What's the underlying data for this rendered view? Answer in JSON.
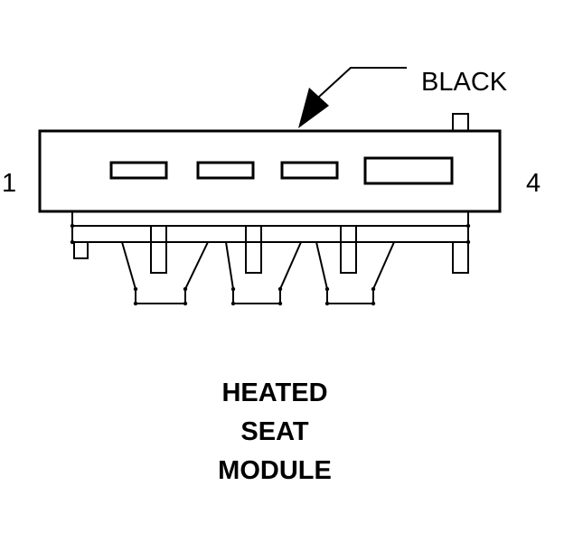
{
  "connector": {
    "color_label": "BLACK",
    "pin_first": "1",
    "pin_last": "4",
    "terminal_count": 4
  },
  "caption": {
    "line1": "HEATED",
    "line2": "SEAT",
    "line3": "MODULE"
  },
  "colors": {
    "line": "#000000",
    "background": "#ffffff"
  }
}
